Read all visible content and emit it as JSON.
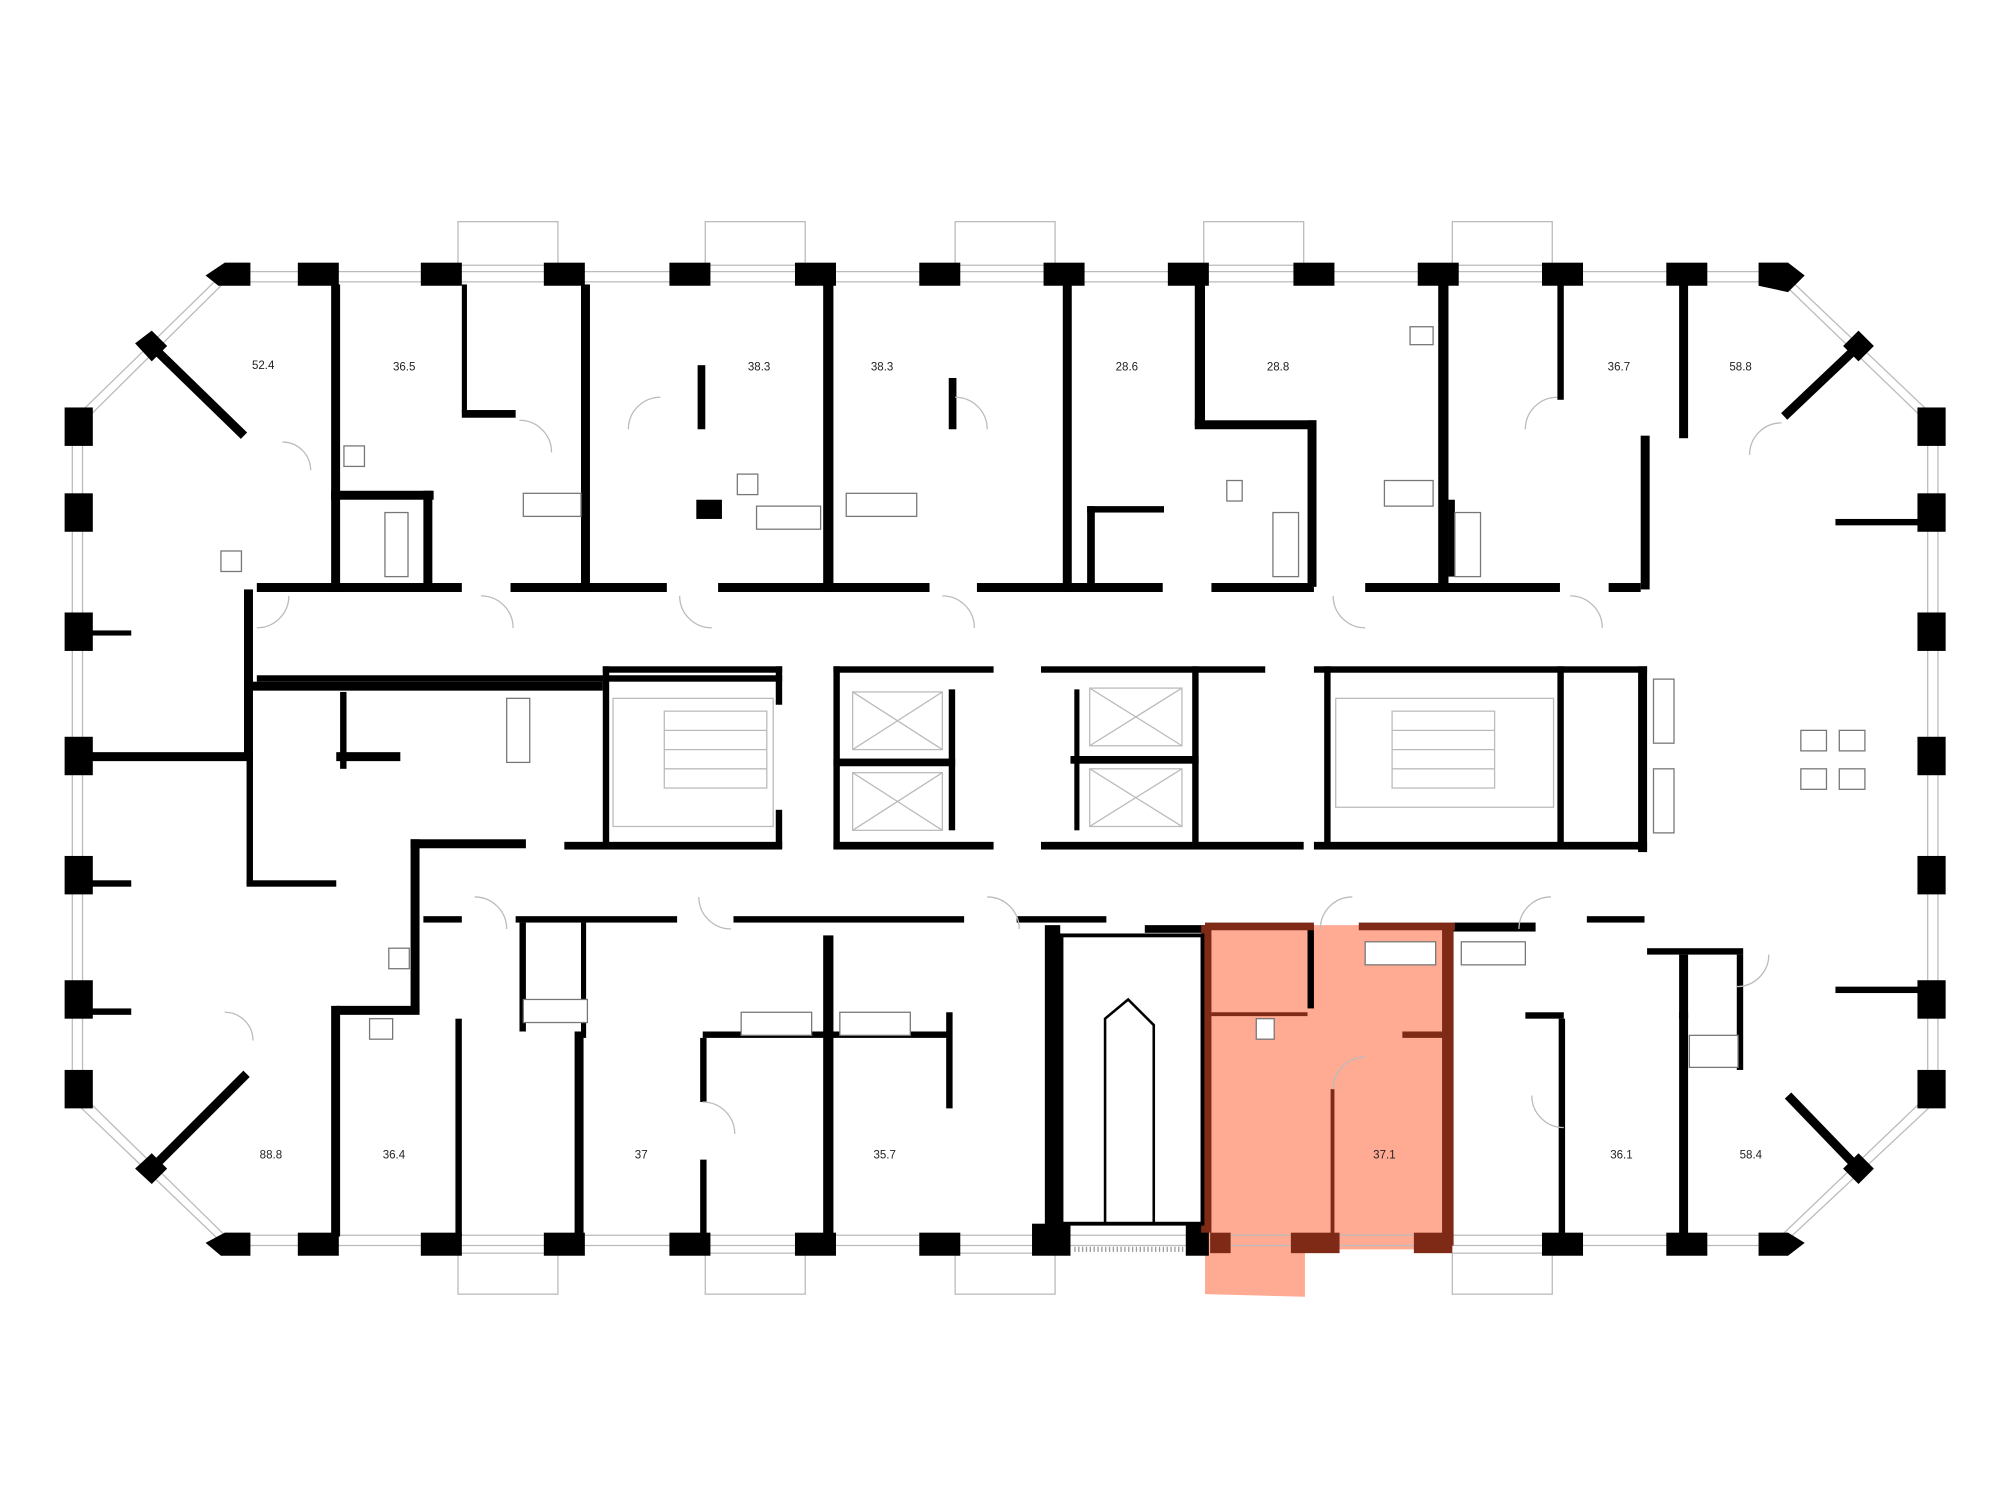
{
  "plan": {
    "highlight_color": "#ff8f70",
    "highlight_wall_color": "#7f2a17",
    "selected_apartment": "37.1",
    "apartments_top": [
      {
        "area": "52.4"
      },
      {
        "area": "36.5"
      },
      {
        "area": "38.3"
      },
      {
        "area": "38.3"
      },
      {
        "area": "28.6"
      },
      {
        "area": "28.8"
      },
      {
        "area": "36.7"
      },
      {
        "area": "58.8"
      }
    ],
    "apartments_bottom": [
      {
        "area": "88.8"
      },
      {
        "area": "36.4"
      },
      {
        "area": "37"
      },
      {
        "area": "35.7"
      },
      {
        "area": "37.1"
      },
      {
        "area": "36.1"
      },
      {
        "area": "58.4"
      }
    ]
  }
}
